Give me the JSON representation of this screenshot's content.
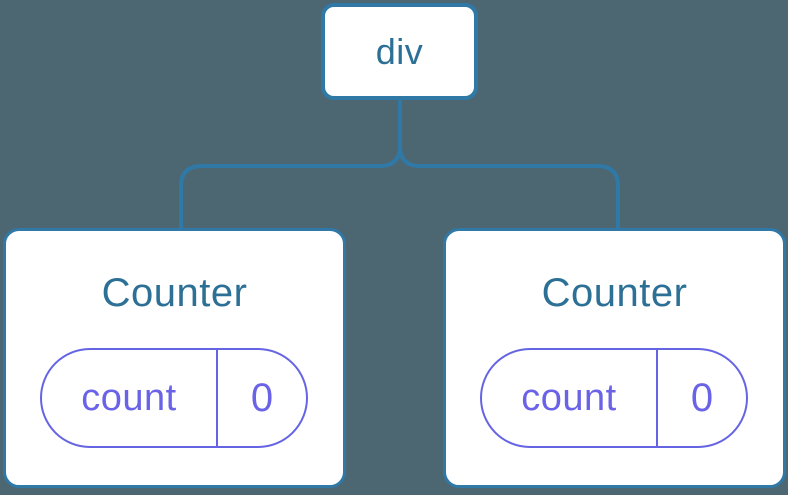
{
  "diagram": {
    "type": "component-tree",
    "colors": {
      "background": "#4C6772",
      "node_fill": "#FFFFFF",
      "line_blue": "#3078A6",
      "title_blue": "#2D7096",
      "state_purple": "#6564E3"
    },
    "root": {
      "label": "div"
    },
    "children": [
      {
        "title": "Counter",
        "state": {
          "key": "count",
          "value": "0"
        }
      },
      {
        "title": "Counter",
        "state": {
          "key": "count",
          "value": "0"
        }
      }
    ]
  }
}
